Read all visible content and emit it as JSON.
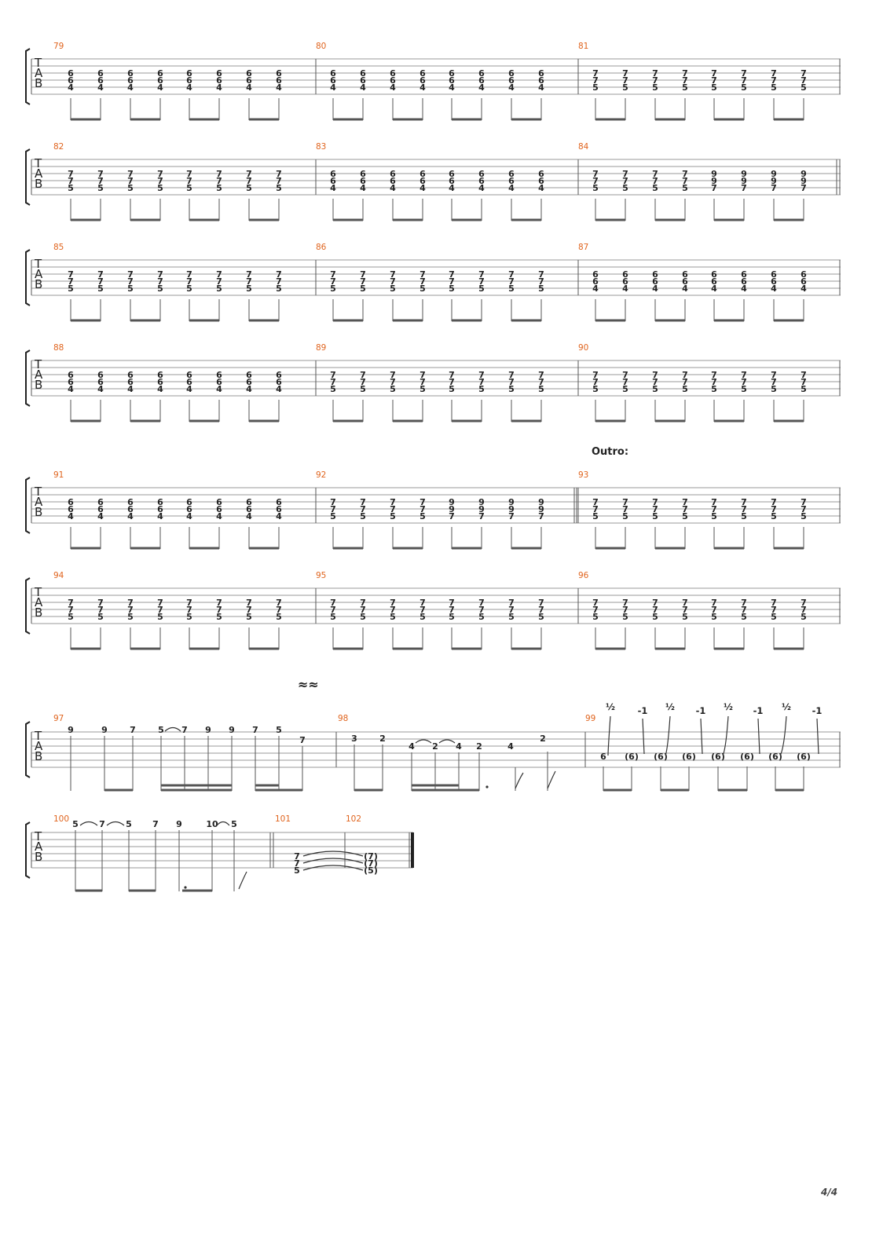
{
  "page": {
    "number_label": "4/4"
  },
  "tab_clef": [
    "T",
    "A",
    "B"
  ],
  "systems": [
    {
      "bars": [
        {
          "number": "79",
          "chords": [
            [
              "6",
              "6",
              "4"
            ],
            [
              "6",
              "6",
              "4"
            ],
            [
              "6",
              "6",
              "4"
            ],
            [
              "6",
              "6",
              "4"
            ],
            [
              "6",
              "6",
              "4"
            ],
            [
              "6",
              "6",
              "4"
            ],
            [
              "6",
              "6",
              "4"
            ],
            [
              "6",
              "6",
              "4"
            ]
          ]
        },
        {
          "number": "80",
          "chords": [
            [
              "6",
              "6",
              "4"
            ],
            [
              "6",
              "6",
              "4"
            ],
            [
              "6",
              "6",
              "4"
            ],
            [
              "6",
              "6",
              "4"
            ],
            [
              "6",
              "6",
              "4"
            ],
            [
              "6",
              "6",
              "4"
            ],
            [
              "6",
              "6",
              "4"
            ],
            [
              "6",
              "6",
              "4"
            ]
          ]
        },
        {
          "number": "81",
          "chords": [
            [
              "7",
              "7",
              "5"
            ],
            [
              "7",
              "7",
              "5"
            ],
            [
              "7",
              "7",
              "5"
            ],
            [
              "7",
              "7",
              "5"
            ],
            [
              "7",
              "7",
              "5"
            ],
            [
              "7",
              "7",
              "5"
            ],
            [
              "7",
              "7",
              "5"
            ],
            [
              "7",
              "7",
              "5"
            ]
          ]
        }
      ]
    },
    {
      "bars": [
        {
          "number": "82",
          "chords": [
            [
              "7",
              "7",
              "5"
            ],
            [
              "7",
              "7",
              "5"
            ],
            [
              "7",
              "7",
              "5"
            ],
            [
              "7",
              "7",
              "5"
            ],
            [
              "7",
              "7",
              "5"
            ],
            [
              "7",
              "7",
              "5"
            ],
            [
              "7",
              "7",
              "5"
            ],
            [
              "7",
              "7",
              "5"
            ]
          ]
        },
        {
          "number": "83",
          "chords": [
            [
              "6",
              "6",
              "4"
            ],
            [
              "6",
              "6",
              "4"
            ],
            [
              "6",
              "6",
              "4"
            ],
            [
              "6",
              "6",
              "4"
            ],
            [
              "6",
              "6",
              "4"
            ],
            [
              "6",
              "6",
              "4"
            ],
            [
              "6",
              "6",
              "4"
            ],
            [
              "6",
              "6",
              "4"
            ]
          ]
        },
        {
          "number": "84",
          "chords": [
            [
              "7",
              "7",
              "5"
            ],
            [
              "7",
              "7",
              "5"
            ],
            [
              "7",
              "7",
              "5"
            ],
            [
              "7",
              "7",
              "5"
            ],
            [
              "9",
              "9",
              "7"
            ],
            [
              "9",
              "9",
              "7"
            ],
            [
              "9",
              "9",
              "7"
            ],
            [
              "9",
              "9",
              "7"
            ]
          ]
        }
      ]
    },
    {
      "bars": [
        {
          "number": "85",
          "chords": [
            [
              "7",
              "7",
              "5"
            ],
            [
              "7",
              "7",
              "5"
            ],
            [
              "7",
              "7",
              "5"
            ],
            [
              "7",
              "7",
              "5"
            ],
            [
              "7",
              "7",
              "5"
            ],
            [
              "7",
              "7",
              "5"
            ],
            [
              "7",
              "7",
              "5"
            ],
            [
              "7",
              "7",
              "5"
            ]
          ]
        },
        {
          "number": "86",
          "chords": [
            [
              "7",
              "7",
              "5"
            ],
            [
              "7",
              "7",
              "5"
            ],
            [
              "7",
              "7",
              "5"
            ],
            [
              "7",
              "7",
              "5"
            ],
            [
              "7",
              "7",
              "5"
            ],
            [
              "7",
              "7",
              "5"
            ],
            [
              "7",
              "7",
              "5"
            ],
            [
              "7",
              "7",
              "5"
            ]
          ]
        },
        {
          "number": "87",
          "chords": [
            [
              "6",
              "6",
              "4"
            ],
            [
              "6",
              "6",
              "4"
            ],
            [
              "6",
              "6",
              "4"
            ],
            [
              "6",
              "6",
              "4"
            ],
            [
              "6",
              "6",
              "4"
            ],
            [
              "6",
              "6",
              "4"
            ],
            [
              "6",
              "6",
              "4"
            ],
            [
              "6",
              "6",
              "4"
            ]
          ]
        }
      ]
    },
    {
      "bars": [
        {
          "number": "88",
          "chords": [
            [
              "6",
              "6",
              "4"
            ],
            [
              "6",
              "6",
              "4"
            ],
            [
              "6",
              "6",
              "4"
            ],
            [
              "6",
              "6",
              "4"
            ],
            [
              "6",
              "6",
              "4"
            ],
            [
              "6",
              "6",
              "4"
            ],
            [
              "6",
              "6",
              "4"
            ],
            [
              "6",
              "6",
              "4"
            ]
          ]
        },
        {
          "number": "89",
          "chords": [
            [
              "7",
              "7",
              "5"
            ],
            [
              "7",
              "7",
              "5"
            ],
            [
              "7",
              "7",
              "5"
            ],
            [
              "7",
              "7",
              "5"
            ],
            [
              "7",
              "7",
              "5"
            ],
            [
              "7",
              "7",
              "5"
            ],
            [
              "7",
              "7",
              "5"
            ],
            [
              "7",
              "7",
              "5"
            ]
          ]
        },
        {
          "number": "90",
          "chords": [
            [
              "7",
              "7",
              "5"
            ],
            [
              "7",
              "7",
              "5"
            ],
            [
              "7",
              "7",
              "5"
            ],
            [
              "7",
              "7",
              "5"
            ],
            [
              "7",
              "7",
              "5"
            ],
            [
              "7",
              "7",
              "5"
            ],
            [
              "7",
              "7",
              "5"
            ],
            [
              "7",
              "7",
              "5"
            ]
          ]
        }
      ]
    },
    {
      "bars": [
        {
          "number": "91",
          "chords": [
            [
              "6",
              "6",
              "4"
            ],
            [
              "6",
              "6",
              "4"
            ],
            [
              "6",
              "6",
              "4"
            ],
            [
              "6",
              "6",
              "4"
            ],
            [
              "6",
              "6",
              "4"
            ],
            [
              "6",
              "6",
              "4"
            ],
            [
              "6",
              "6",
              "4"
            ],
            [
              "6",
              "6",
              "4"
            ]
          ]
        },
        {
          "number": "92",
          "chords": [
            [
              "7",
              "7",
              "5"
            ],
            [
              "7",
              "7",
              "5"
            ],
            [
              "7",
              "7",
              "5"
            ],
            [
              "7",
              "7",
              "5"
            ],
            [
              "9",
              "9",
              "7"
            ],
            [
              "9",
              "9",
              "7"
            ],
            [
              "9",
              "9",
              "7"
            ],
            [
              "9",
              "9",
              "7"
            ]
          ]
        },
        {
          "number": "93",
          "chords": [
            [
              "7",
              "7",
              "5"
            ],
            [
              "7",
              "7",
              "5"
            ],
            [
              "7",
              "7",
              "5"
            ],
            [
              "7",
              "7",
              "5"
            ],
            [
              "7",
              "7",
              "5"
            ],
            [
              "7",
              "7",
              "5"
            ],
            [
              "7",
              "7",
              "5"
            ],
            [
              "7",
              "7",
              "5"
            ]
          ]
        }
      ]
    },
    {
      "bars": [
        {
          "number": "94",
          "chords": [
            [
              "7",
              "7",
              "5"
            ],
            [
              "7",
              "7",
              "5"
            ],
            [
              "7",
              "7",
              "5"
            ],
            [
              "7",
              "7",
              "5"
            ],
            [
              "7",
              "7",
              "5"
            ],
            [
              "7",
              "7",
              "5"
            ],
            [
              "7",
              "7",
              "5"
            ],
            [
              "7",
              "7",
              "5"
            ]
          ]
        },
        {
          "number": "95",
          "chords": [
            [
              "7",
              "7",
              "5"
            ],
            [
              "7",
              "7",
              "5"
            ],
            [
              "7",
              "7",
              "5"
            ],
            [
              "7",
              "7",
              "5"
            ],
            [
              "7",
              "7",
              "5"
            ],
            [
              "7",
              "7",
              "5"
            ],
            [
              "7",
              "7",
              "5"
            ],
            [
              "7",
              "7",
              "5"
            ]
          ]
        },
        {
          "number": "96",
          "chords": [
            [
              "7",
              "7",
              "5"
            ],
            [
              "7",
              "7",
              "5"
            ],
            [
              "7",
              "7",
              "5"
            ],
            [
              "7",
              "7",
              "5"
            ],
            [
              "7",
              "7",
              "5"
            ],
            [
              "7",
              "7",
              "5"
            ],
            [
              "7",
              "7",
              "5"
            ],
            [
              "7",
              "7",
              "5"
            ]
          ]
        }
      ]
    }
  ],
  "section_label": "Outro:",
  "vibrato_mark": "≈≈",
  "solo": {
    "bar97": {
      "number": "97",
      "frets": [
        "9",
        "9",
        "7",
        "5",
        "7",
        "9",
        "9",
        "7",
        "5",
        "7"
      ]
    },
    "bar98": {
      "number": "98",
      "frets": [
        "3",
        "2",
        "4",
        "2",
        "4",
        "2",
        "4",
        "2"
      ]
    },
    "bar99": {
      "number": "99",
      "frets": [
        "6",
        "(6)",
        "(6)",
        "(6)",
        "(6)",
        "(6)",
        "(6)",
        "(6)"
      ],
      "bend_labels": [
        "½",
        "-1",
        "½",
        "-1",
        "½",
        "-1",
        "½",
        "-1"
      ]
    },
    "bar100": {
      "number": "100",
      "frets": [
        "5",
        "7",
        "5",
        "7",
        "9",
        "10",
        "5"
      ]
    },
    "bar101": {
      "number": "101",
      "frets": [
        "7",
        "7",
        "5"
      ]
    },
    "bar102": {
      "number": "102",
      "frets": [
        "(7)",
        "(7)",
        "(5)"
      ]
    }
  }
}
